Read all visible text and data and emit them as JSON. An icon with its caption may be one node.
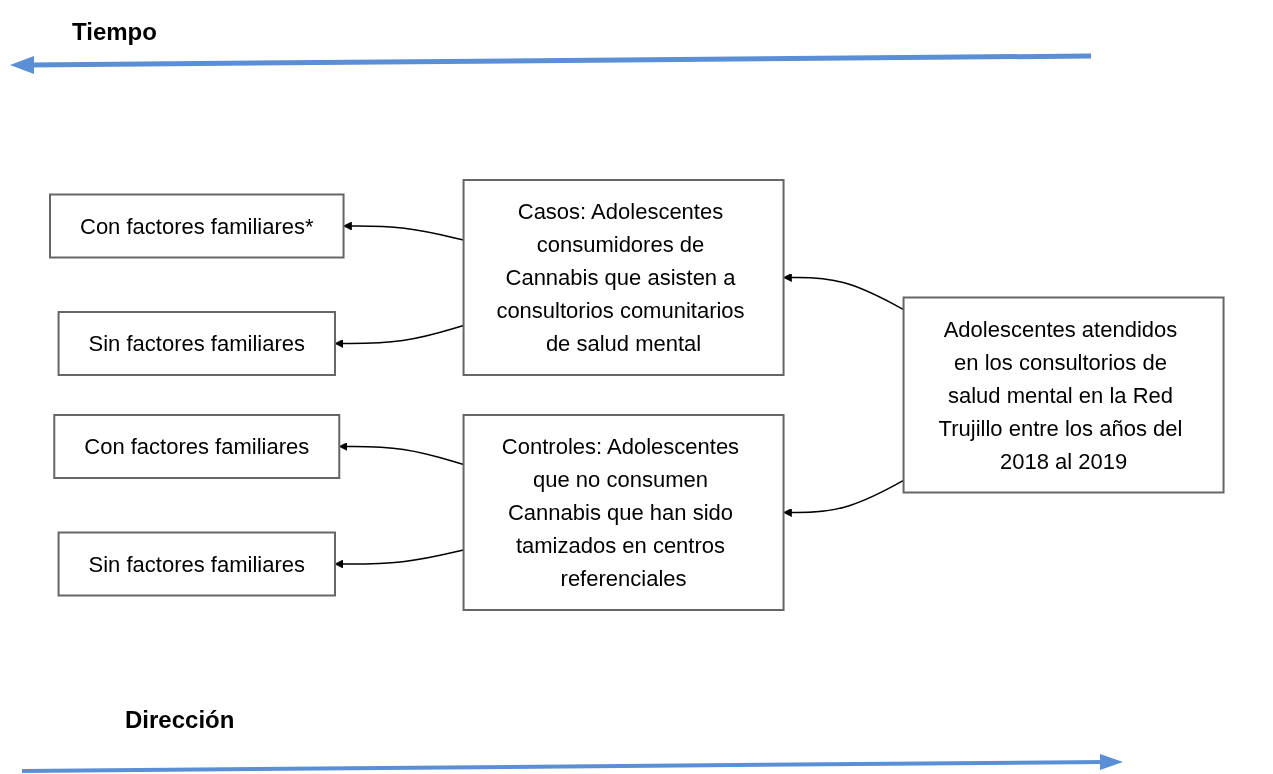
{
  "diagram": {
    "nodes": [
      {
        "text": [
          "Con factores familiares*"
        ]
      },
      {
        "text": [
          "Sin factores familiares"
        ]
      },
      {
        "text": [
          "Casos: Adolescentes consumidores de Cannabis que asisten a consultorios comunitarios de salud mental"
        ]
      },
      {
        "text": [
          "Con factores familiares"
        ]
      },
      {
        "text": [
          "Sin factores familiares"
        ]
      },
      {
        "text": [
          "Controles: Adolescentes que no consumen Cannabis que han sido tamizados en centros referenciales"
        ]
      },
      {
        "text": [
          "Adolescentes atendidos en los consultorios de salud mental en la Red Trujillo entre los años del 2018 al 2019"
        ]
      }
    ],
    "edges": [
      {
        "from": 2,
        "to": 0,
        "arrow": "to"
      },
      {
        "from": 2,
        "to": 1,
        "arrow": "to"
      },
      {
        "from": 5,
        "to": 3,
        "arrow": "to"
      },
      {
        "from": 5,
        "to": 4,
        "arrow": "to"
      },
      {
        "from": 6,
        "to": 2,
        "arrow": "to"
      },
      {
        "from": 6,
        "to": 5,
        "arrow": "to"
      }
    ],
    "labels": [
      "Tiempo",
      "Dirección"
    ]
  }
}
